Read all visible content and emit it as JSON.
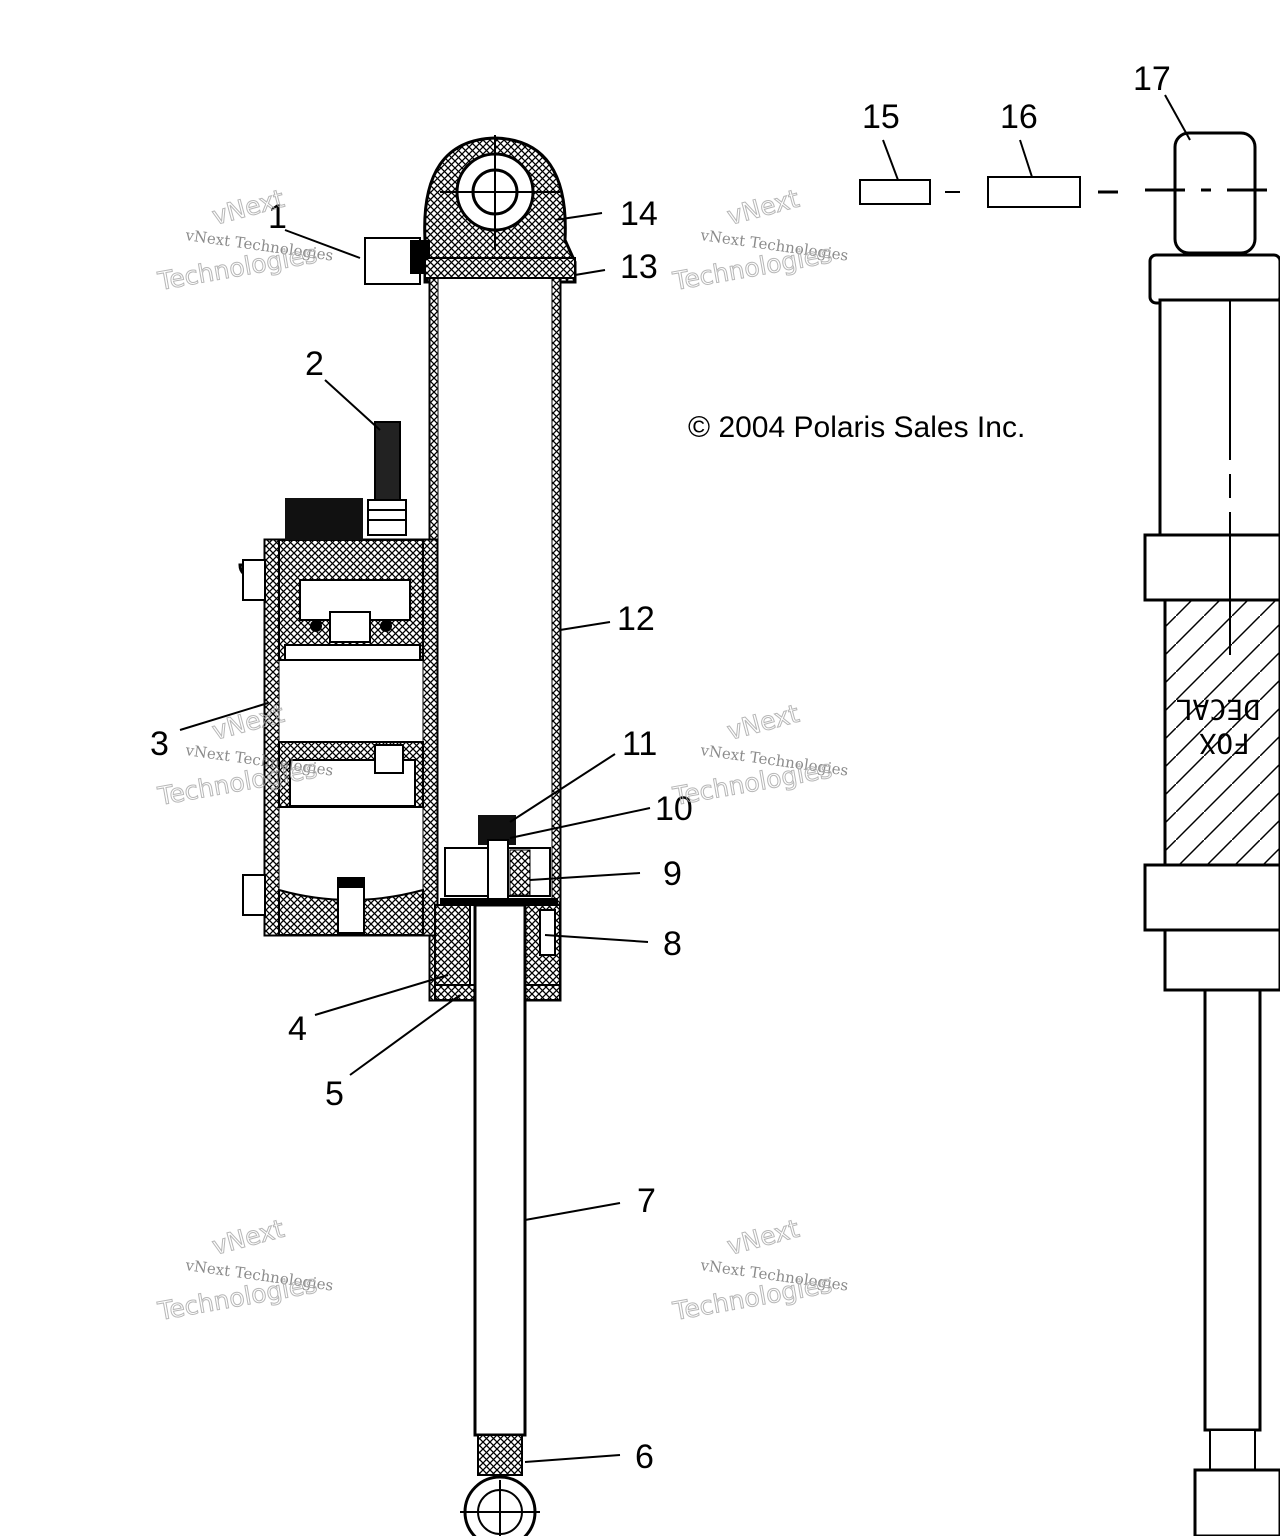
{
  "callouts": {
    "c1": "1",
    "c2": "2",
    "c3": "3",
    "c4": "4",
    "c5": "5",
    "c6": "6",
    "c7": "7",
    "c8": "8",
    "c9": "9",
    "c10": "10",
    "c11": "11",
    "c12": "12",
    "c13": "13",
    "c14": "14",
    "c15": "15",
    "c16": "16",
    "c17": "17"
  },
  "copyright": "© 2004 Polaris Sales Inc.",
  "decal_text": "DECAL",
  "decal_text2": "FOX",
  "watermark": {
    "line1": "vNext Technologies",
    "line2": "Technologies",
    "line3": "vNext"
  }
}
